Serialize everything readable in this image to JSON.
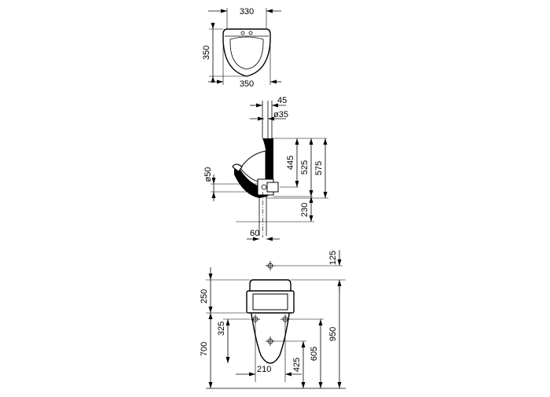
{
  "views": {
    "top": {
      "width_top": "330",
      "depth": "350",
      "width_bottom": "350"
    },
    "side": {
      "dim_45": "45",
      "dim_diam35": "ø35",
      "dim_diam50": "ø50",
      "dim_445": "445",
      "dim_525": "525",
      "dim_575": "575",
      "dim_230": "230",
      "dim_60": "60"
    },
    "front": {
      "dim_125": "125",
      "dim_250": "250",
      "dim_325": "325",
      "dim_700": "700",
      "dim_210": "210",
      "dim_425": "425",
      "dim_605": "605",
      "dim_950": "950"
    }
  }
}
